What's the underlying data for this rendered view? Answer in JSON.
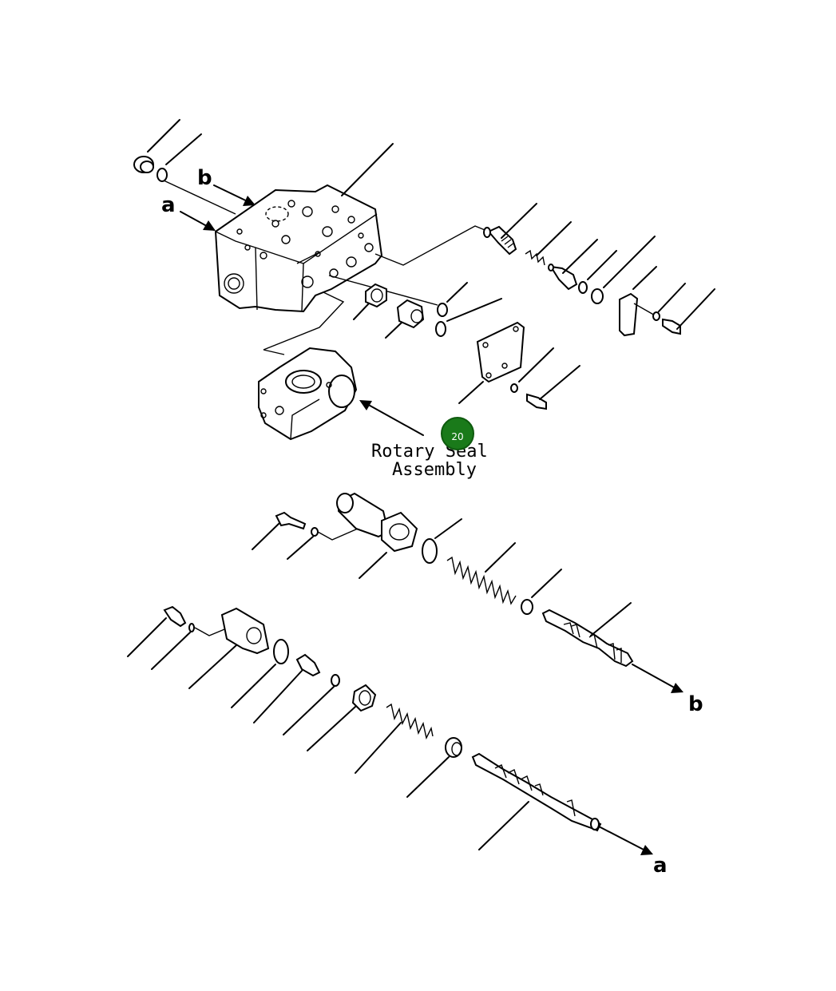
{
  "labels": {
    "callout_a_top": "a",
    "callout_b_top": "b",
    "callout_a_bottom": "a",
    "callout_b_bottom": "b"
  },
  "caption": {
    "line1": "Rotary Seal",
    "line2": "Assembly"
  },
  "hotspot": {
    "number": "20",
    "color": "#1a7a1a"
  }
}
